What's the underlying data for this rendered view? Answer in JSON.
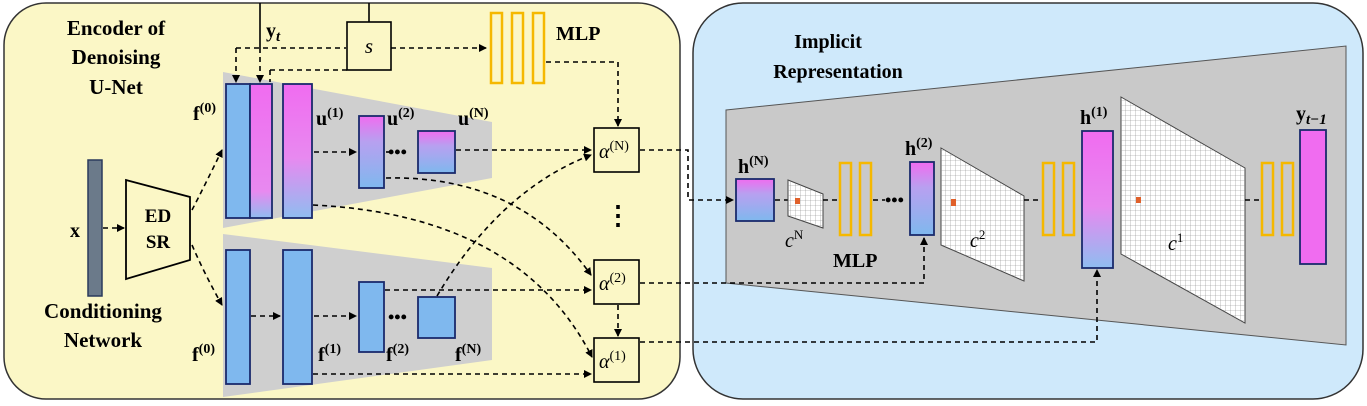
{
  "left_panel": {
    "encoder_title_1": "Encoder of",
    "encoder_title_2": "Denoising",
    "encoder_title_3": "U-Net",
    "conditioning_1": "Conditioning",
    "conditioning_2": "Network",
    "input_x": "x",
    "edsr_1": "ED",
    "edsr_2": "SR",
    "y_t": "y",
    "y_t_sub": "t",
    "s": "s",
    "mlp": "MLP",
    "f0_top": "f",
    "f0_top_sup": "(0)",
    "u1": "u",
    "u1_sup": "(1)",
    "u2": "u",
    "u2_sup": "(2)",
    "uN": "u",
    "uN_sup": "(N)",
    "dots": "•••",
    "f0_bot": "f",
    "f0_bot_sup": "(0)",
    "f1": "f",
    "f1_sup": "(1)",
    "f2": "f",
    "f2_sup": "(2)",
    "fN": "f",
    "fN_sup": "(N)",
    "alpha": "α",
    "alphaN_sup": "(N)",
    "alpha2_sup": "(2)",
    "alpha1_sup": "(1)",
    "vdots": "⋮"
  },
  "right_panel": {
    "title_1": "Implicit",
    "title_2": "Representation",
    "hN": "h",
    "hN_sup": "(N)",
    "cN": "c",
    "cN_sup": "N",
    "mlp": "MLP",
    "h2": "h",
    "h2_sup": "(2)",
    "c2": "c",
    "c2_sup": "2",
    "h1": "h",
    "h1_sup": "(1)",
    "c1": "c",
    "c1_sup": "1",
    "y_prev": "y",
    "y_prev_sub": "t−1",
    "dots": "•••"
  },
  "colors": {
    "left_bg": "#fbf7c6",
    "right_bg": "#cfe9fb",
    "blue_box": "#7fb8ee",
    "pink_box": "#f06cf0",
    "mlp": "#f5b800",
    "gray": "#cfcfcf"
  }
}
